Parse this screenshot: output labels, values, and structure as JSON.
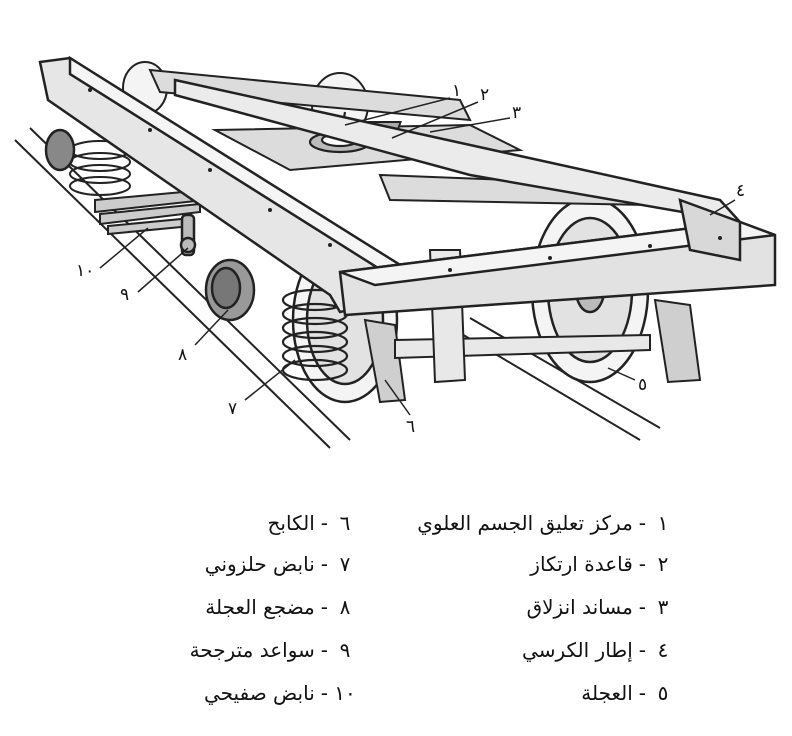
{
  "callouts": [
    "١",
    "٢",
    "٣",
    "٤",
    "٥",
    "٦",
    "٧",
    "٨",
    "٩",
    "١٠"
  ],
  "legend": [
    {
      "num": "١",
      "sep": "-",
      "text": "مركز تعليق الجسم العلوي"
    },
    {
      "num": "٢",
      "sep": "-",
      "text": "قاعدة ارتكاز"
    },
    {
      "num": "٣",
      "sep": "-",
      "text": "مساند انزلاق"
    },
    {
      "num": "٤",
      "sep": "-",
      "text": "إطار الكرسي"
    },
    {
      "num": "٥",
      "sep": "-",
      "text": "العجلة"
    },
    {
      "num": "٦",
      "sep": "-",
      "text": "الكابح"
    },
    {
      "num": "٧",
      "sep": "-",
      "text": "نابض حلزوني"
    },
    {
      "num": "٨",
      "sep": "-",
      "text": "مضجع العجلة"
    },
    {
      "num": "٩",
      "sep": "-",
      "text": "سواعد مترجحة"
    },
    {
      "num": "١٠",
      "sep": "-",
      "text": "نابض صفيحي"
    }
  ]
}
